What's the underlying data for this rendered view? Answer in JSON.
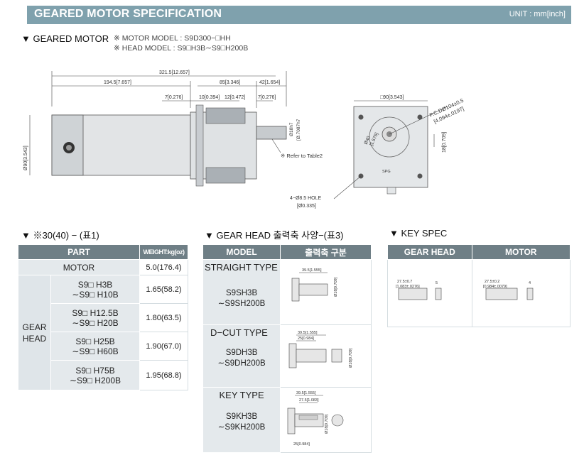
{
  "header": {
    "title": "GEARED MOTOR SPECIFICATION",
    "unit": "UNIT : mm[inch]"
  },
  "geared_motor": {
    "heading": "▼ GEARED MOTOR",
    "motor_model": "※ MOTOR MODEL : S9D300−□HH",
    "head_model": "※ HEAD MODEL : S9□H3B∼S9□H200B"
  },
  "drawing": {
    "total_len": "321.5[12.657]",
    "body_len": "194.5[7.657]",
    "head_len": "85[3.346]",
    "shaft_len": "42[1.654]",
    "d7a": "7[0.276]",
    "d10": "10[0.394]",
    "d12": "12[0.472]",
    "d7b": "7[0.276]",
    "dia90": "Ø90[3.543]",
    "shaft_dia": "Ø18h7",
    "shaft_dia_in": "[Ø.7087h7",
    "refer": "※ Refer to Table2",
    "square": "□90[3.543]",
    "pcd": "P.C.DØ104±0.5",
    "pcd_in": "[4.094±.0197]",
    "d40": "Ø40",
    "d40_in": "[1.575]",
    "d18": "18[0.709]",
    "hole": "4−Ø8.5 HOLE",
    "hole_in": "[Ø0.335]",
    "brand": "SPG"
  },
  "table1": {
    "heading": "▼ ※30(40) − (표1)",
    "headers": [
      "PART",
      "WEIGHT:kg(oz)"
    ],
    "motor_label": "MOTOR",
    "motor_weight": "5.0(176.4)",
    "group_label": "GEAR HEAD",
    "rows": [
      {
        "model1": "S9□ H3B",
        "model2": "∼S9□ H10B",
        "weight": "1.65(58.2)"
      },
      {
        "model1": "S9□ H12.5B",
        "model2": "∼S9□ H20B",
        "weight": "1.80(63.5)"
      },
      {
        "model1": "S9□ H25B",
        "model2": "∼S9□ H60B",
        "weight": "1.90(67.0)"
      },
      {
        "model1": "S9□ H75B",
        "model2": "∼S9□ H200B",
        "weight": "1.95(68.8)"
      }
    ]
  },
  "table3": {
    "heading": "▼ GEAR HEAD 출력축 사양−(표3)",
    "headers": [
      "MODEL",
      "출력축 구분"
    ],
    "types": [
      {
        "type": "STRAIGHT TYPE",
        "model1": "S9SH3B",
        "model2": "∼S9SH200B",
        "dims": [
          "39.5[1.555]",
          "Ø18[0.709]"
        ]
      },
      {
        "type": "D−CUT TYPE",
        "model1": "S9DH3B",
        "model2": "∼S9DH200B",
        "dims": [
          "39.5[1.555]",
          "25[0.984]",
          "Ø18[0.709]"
        ]
      },
      {
        "type": "KEY TYPE",
        "model1": "S9KH3B",
        "model2": "∼S9KH200B",
        "dims": [
          "39.5[1.555]",
          "27.5[1.083]",
          "25[0.984]",
          "Ø18[0.709]"
        ]
      }
    ]
  },
  "keyspec": {
    "heading": "▼ KEY SPEC",
    "headers": [
      "GEAR HEAD",
      "MOTOR"
    ],
    "gear_dims": [
      "27.5±0.7",
      "[1.083±.0276]",
      "5"
    ],
    "motor_dims": [
      "27.5±0.2",
      "[0.984±.0079]",
      "4"
    ]
  }
}
